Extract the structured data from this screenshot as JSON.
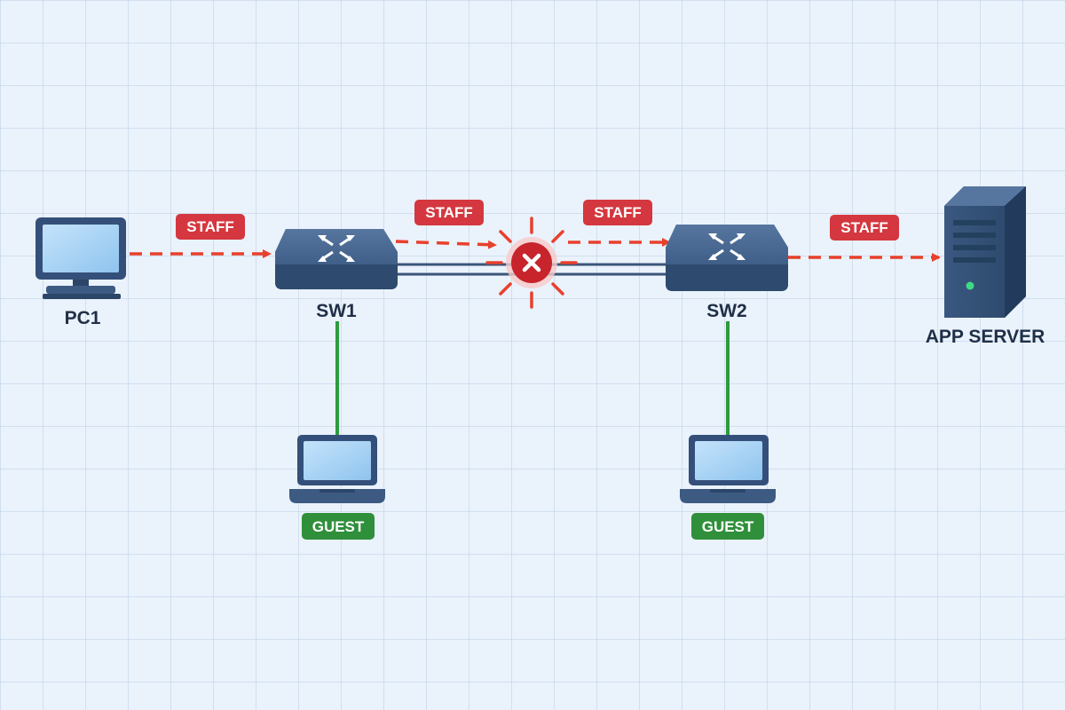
{
  "colors": {
    "background": "#eaf2fb",
    "device_body": "#3c5a82",
    "device_dark": "#2c4668",
    "screen": "#a9d3f5",
    "staff_flow": "#e8402c",
    "staff_tag": "#d4373f",
    "guest_link": "#2f9a3e",
    "guest_tag": "#2f8f3a",
    "blocked": "#c8242b",
    "trunk": "#3a5578",
    "server_led": "#3ddc84"
  },
  "nodes": {
    "pc1": {
      "label": "PC1",
      "icon": "desktop-computer-icon"
    },
    "sw1": {
      "label": "SW1",
      "icon": "network-switch-icon"
    },
    "sw2": {
      "label": "SW2",
      "icon": "network-switch-icon"
    },
    "server": {
      "label": "APP SERVER",
      "icon": "server-tower-icon"
    },
    "guest1": {
      "label": "GUEST",
      "icon": "laptop-icon"
    },
    "guest2": {
      "label": "GUEST",
      "icon": "laptop-icon"
    }
  },
  "flows": {
    "staff_tags": [
      "STAFF",
      "STAFF",
      "STAFF",
      "STAFF"
    ],
    "blocked_icon": "blocked-x-icon"
  }
}
